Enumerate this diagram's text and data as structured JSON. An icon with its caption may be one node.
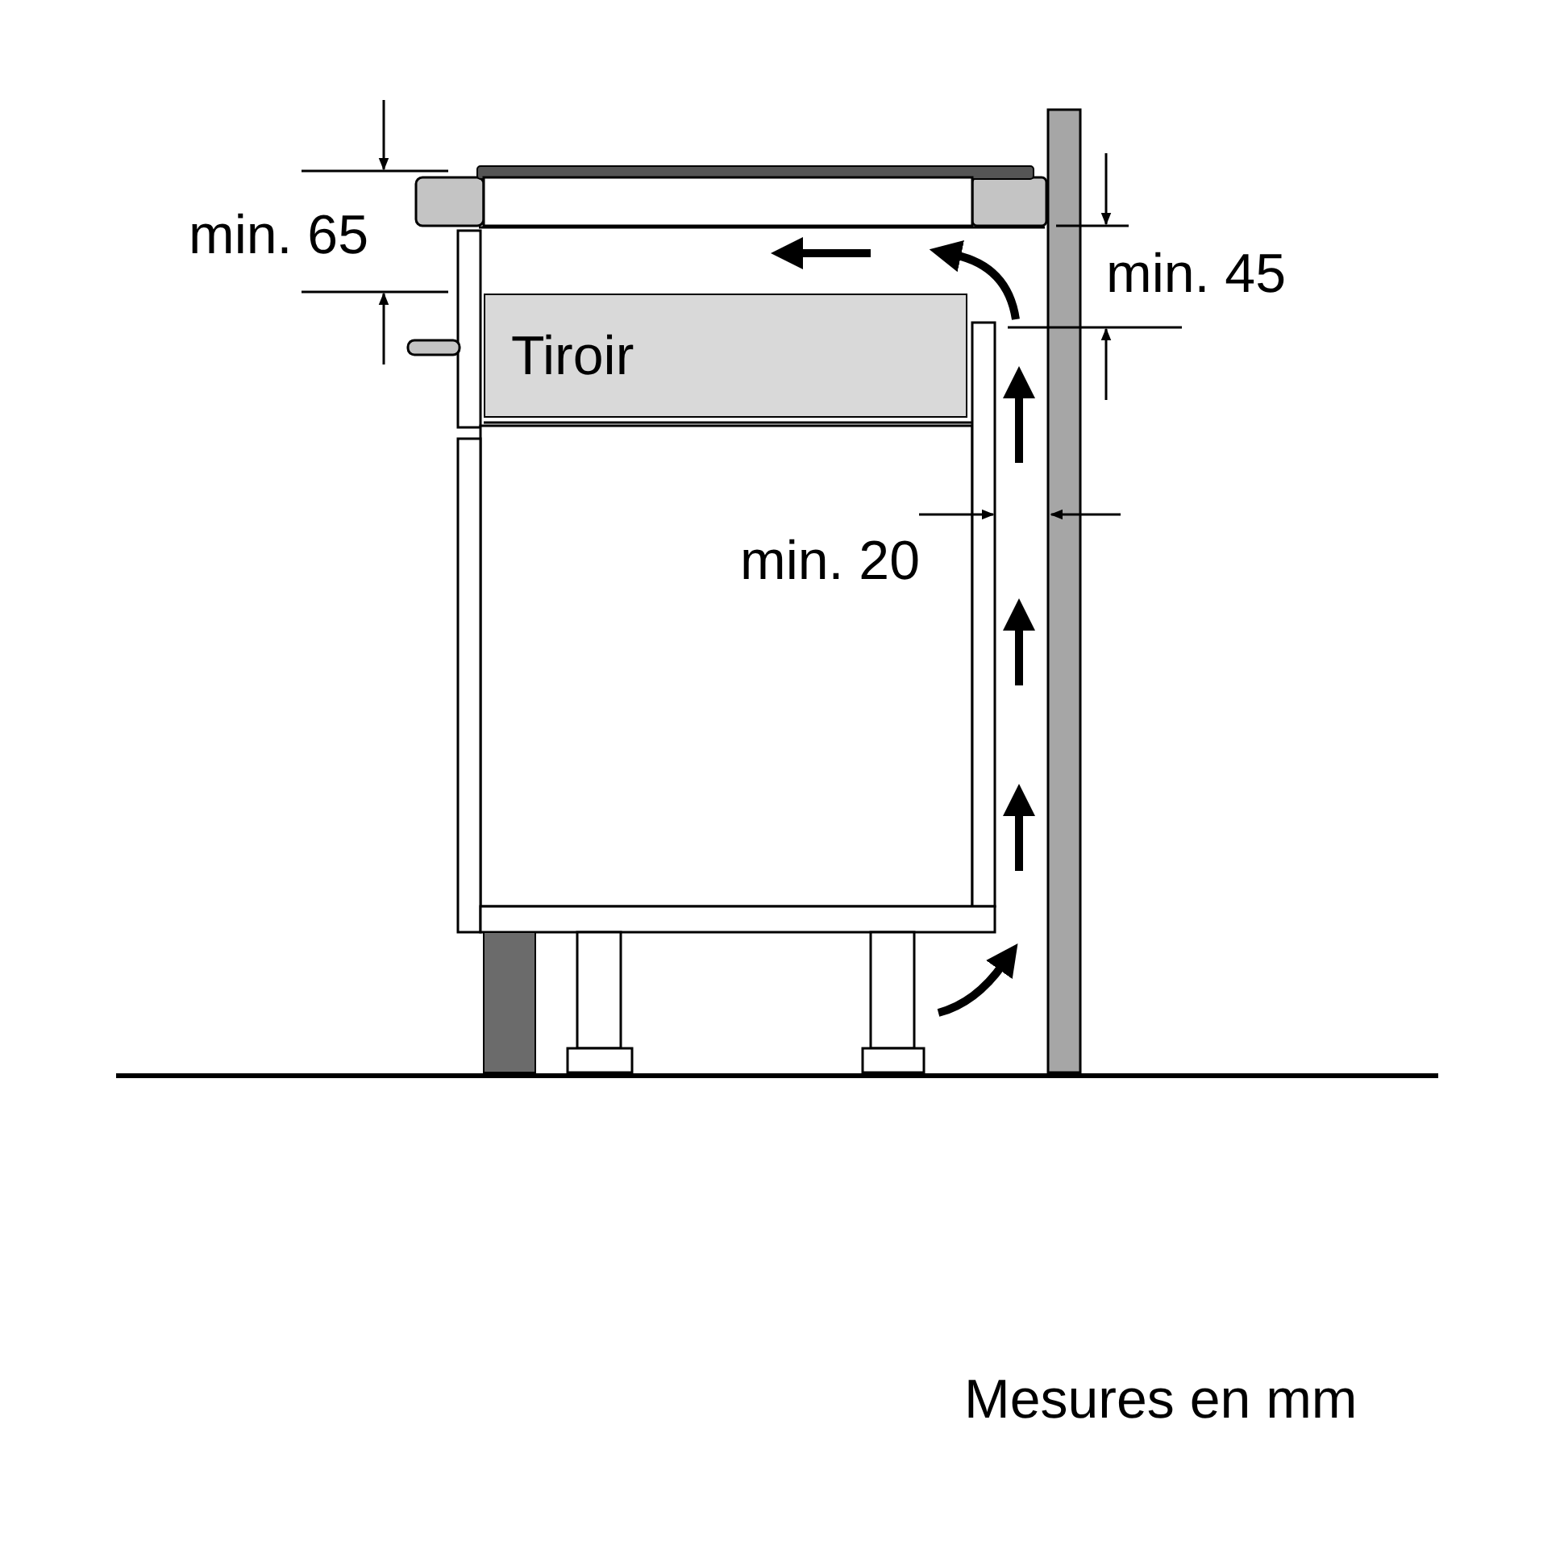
{
  "diagram": {
    "nodes": [
      {
        "text": [
          "Tiroir"
        ]
      }
    ],
    "labels": [
      "min. 65",
      "min. 45",
      "min. 20",
      "Mesures en mm"
    ]
  }
}
